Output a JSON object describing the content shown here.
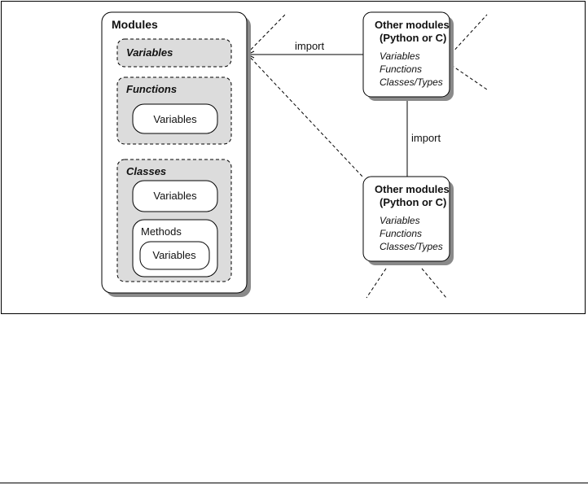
{
  "modules": {
    "title": "Modules",
    "variables_label": "Variables",
    "functions": {
      "label": "Functions",
      "inner_variables": "Variables"
    },
    "classes": {
      "label": "Classes",
      "inner_variables": "Variables",
      "methods": {
        "label": "Methods",
        "inner_variables": "Variables"
      }
    }
  },
  "other_module_top": {
    "title_line1": "Other modules",
    "title_line2": "(Python or C)",
    "items": [
      "Variables",
      "Functions",
      "Classes/Types"
    ]
  },
  "other_module_bottom": {
    "title_line1": "Other modules",
    "title_line2": "(Python or C)",
    "items": [
      "Variables",
      "Functions",
      "Classes/Types"
    ]
  },
  "edges": {
    "import_horizontal": "import",
    "import_vertical": "import"
  },
  "colors": {
    "box_fill": "#ffffff",
    "dashed_fill": "#dcdcdc",
    "shadow": "#8a8a8a",
    "stroke": "#000000"
  }
}
